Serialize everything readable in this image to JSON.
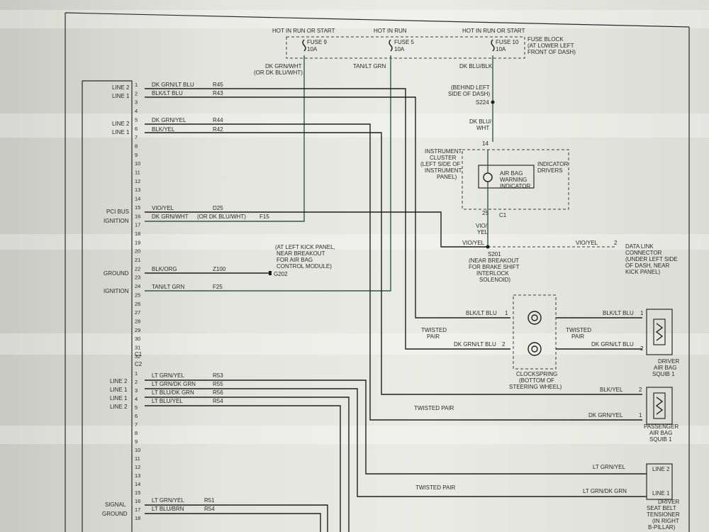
{
  "top": {
    "hot1": "HOT IN RUN OR START",
    "hot2": "HOT IN RUN",
    "hot3": "HOT IN RUN OR START",
    "fuse9": "FUSE 9",
    "fuse9_amp": "10A",
    "fuse5": "FUSE 5",
    "fuse5_amp": "10A",
    "fuse10": "FUSE 10",
    "fuse10_amp": "10A",
    "fuse_block": [
      "FUSE BLOCK",
      "(AT LOWER LEFT",
      "FRONT OF DASH)"
    ],
    "wire_dkgrnwht": [
      "DK GRN/WHT",
      "(OR DK BLU/WHT)"
    ],
    "wire_tanltgrn": "TAN/LT GRN",
    "wire_dkblublk": "DK BLU/BLK"
  },
  "splice_s224": [
    "(BEHIND LEFT",
    "SIDE OF DASH)",
    "S224"
  ],
  "wire_dkbluwht": [
    "DK BLU/",
    "WHT"
  ],
  "pin14": "14",
  "cluster": [
    "INSTRUMENT",
    "CLUSTER",
    "(LEFT SIDE OF",
    "INSTRUMENT",
    "PANEL)"
  ],
  "airbag_lamp": [
    "AIR BAG",
    "WARNING",
    "INDICATOR"
  ],
  "indicator_drivers": [
    "INDICATOR",
    "DRIVERS"
  ],
  "pin25": "25",
  "c1": "C1",
  "wire_vioyel_v": [
    "VIO/",
    "YEL"
  ],
  "wire_vioyel_h": "VIO/YEL",
  "wire_vioyel_dlc": "VIO/YEL",
  "dlc_pin": "2",
  "dlc": [
    "DATA LINK",
    "CONNECTOR",
    "(UNDER LEFT SIDE",
    "OF DASH, NEAR",
    "KICK PANEL)"
  ],
  "s201": [
    "S201",
    "(NEAR BREAKOUT",
    "FOR BRAKE SHIFT",
    "INTERLOCK",
    "SOLENOID)"
  ],
  "ground_note": [
    "(AT LEFT KICK PANEL,",
    "NEAR BREAKOUT",
    "FOR AIR BAG",
    "CONTROL MODULE)"
  ],
  "g202": "G202",
  "left_labels": {
    "l1": "LINE 2",
    "l2": "LINE 1",
    "l3": "LINE 2",
    "l4": "LINE 1",
    "pci": "PCI BUS",
    "ign1": "IGNITION",
    "gnd": "GROUND",
    "ign2": "IGNITION",
    "b1": "LINE 2",
    "b2": "LINE 1",
    "b3": "LINE 1",
    "b4": "LINE 2",
    "sig": "SIGNAL",
    "gnd2": "GROUND"
  },
  "c1_pins": [
    "1",
    "2",
    "3",
    "4",
    "5",
    "6",
    "7",
    "8",
    "9",
    "10",
    "11",
    "12",
    "13",
    "14",
    "15",
    "16",
    "17",
    "18",
    "19",
    "20",
    "21",
    "22",
    "23",
    "24",
    "25",
    "26",
    "27",
    "28",
    "29",
    "30",
    "31",
    "32"
  ],
  "c1_label": "C1",
  "c2_label": "C2",
  "c2_pins": [
    "1",
    "2",
    "3",
    "4",
    "5",
    "6",
    "7",
    "8",
    "9",
    "10",
    "11",
    "12",
    "13",
    "14",
    "15",
    "16",
    "17",
    "18"
  ],
  "wires": {
    "w1": "DK GRN/LT BLU",
    "c1": "R45",
    "w2": "BLK/LT BLU",
    "c2": "R43",
    "w3": "DK GRN/YEL",
    "c3": "R44",
    "w4": "BLK/YEL",
    "c4": "R42",
    "w5": "VIO/YEL",
    "c5": "D25",
    "w6": "DK GRN/WHT",
    "w6b": "(OR DK BLU/WHT)",
    "c6": "F15",
    "w7": "BLK/ORG",
    "c7": "Z100",
    "w8": "TAN/LT GRN",
    "c8": "F25",
    "w9": "LT GRN/YEL",
    "c9": "R53",
    "w10": "LT GRN/DK GRN",
    "c10": "R55",
    "w11": "LT BLU/DK GRN",
    "c11": "R56",
    "w12": "LT BLU/YEL",
    "c12": "R54",
    "w13": "LT GRN/YEL",
    "c13": "R51",
    "w14": "LT BLU/BRN",
    "c14": "R54"
  },
  "right": {
    "blkltblu_l": "BLK/LT BLU",
    "pin1": "1",
    "dkgrnltblu_l": "DK GRN/LT BLU",
    "pin2": "2",
    "blkltblu_r": "BLK/LT BLU",
    "pin1r": "1",
    "dkgrnltblu_r": "DK GRN/LT BLU",
    "pin2r": "2",
    "twisted1": [
      "TWISTED",
      "PAIR"
    ],
    "twisted2": [
      "TWISTED",
      "PAIR"
    ],
    "clockspring": [
      "CLOCKSPRING",
      "(BOTTOM OF",
      "STEERING WHEEL)"
    ],
    "driver_squib": [
      "DRIVER",
      "AIR BAG",
      "SQUIB 1"
    ],
    "blkyel": "BLK/YEL",
    "pin_by": "2",
    "dkgrnyel": "DK GRN/YEL",
    "pin_dy": "1",
    "twisted3": "TWISTED PAIR",
    "pass_squib": [
      "PASSENGER",
      "AIR BAG",
      "SQUIB 1"
    ],
    "ltgrnyel": "LT GRN/YEL",
    "ltgrndkgrn": "LT GRN/DK GRN",
    "twisted4": "TWISTED PAIR",
    "tens_line2": "LINE 2",
    "tens_line1": "LINE 1",
    "tensioner": [
      "DRIVER",
      "SEAT BELT",
      "TENSIONER",
      "(IN RIGHT",
      "B-PILLAR)"
    ]
  }
}
